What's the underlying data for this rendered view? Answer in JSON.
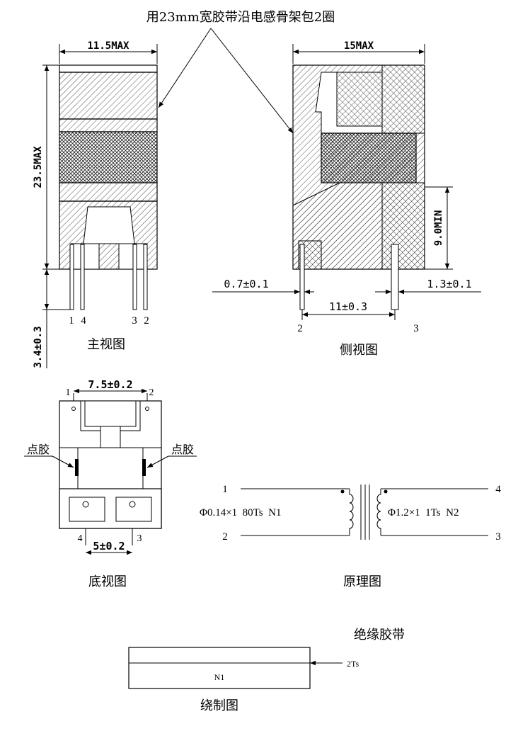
{
  "top_note": "用23mm宽胶带沿电感骨架包2圈",
  "front_view": {
    "caption": "主视图",
    "width_dim": "11.5MAX",
    "height_dim": "23.5MAX",
    "pin_dim": "3.4±0.3",
    "pins": [
      "1",
      "4",
      "3",
      "2"
    ]
  },
  "side_view": {
    "caption": "侧视图",
    "width_dim": "15MAX",
    "height_dim": "9.0MIN",
    "pin_dia_left": "0.7±0.1",
    "pin_dia_right": "1.3±0.1",
    "pitch": "11±0.3",
    "pins": [
      "2",
      "3"
    ]
  },
  "bottom_view": {
    "caption": "底视图",
    "top_dim": "7.5±0.2",
    "bottom_dim": "5±0.2",
    "glue_label": "点胶",
    "pins": [
      "1",
      "2",
      "4",
      "3"
    ]
  },
  "schematic": {
    "caption": "原理图",
    "pins": [
      "1",
      "2",
      "4",
      "3"
    ],
    "left_spec": "Φ0.14×1  80Ts  N1",
    "right_spec": "Φ1.2×1  1Ts  N2"
  },
  "winding": {
    "caption": "绕制图",
    "tape_label": "绝缘胶带",
    "turns": "2Ts",
    "winding_label": "N1"
  }
}
